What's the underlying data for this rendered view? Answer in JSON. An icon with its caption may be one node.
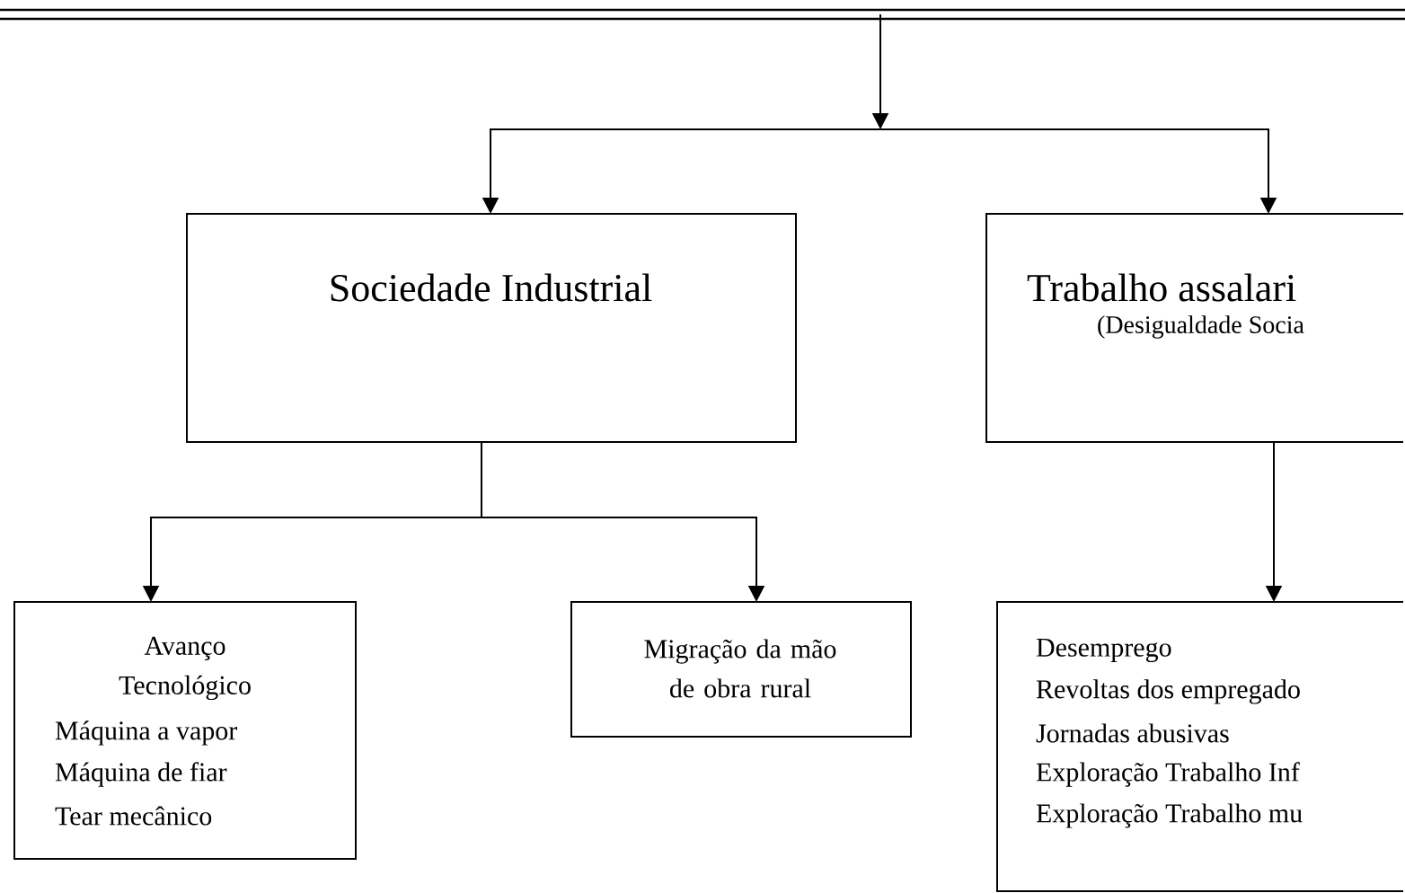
{
  "diagram": {
    "nodes": [
      {
        "text": [
          "Sociedade Industrial"
        ]
      },
      {
        "text": [
          "Trabalho assalari",
          "(Desigualdade Socia"
        ]
      },
      {
        "text": [
          "Avanço Tecnológico",
          "Máquina a vapor",
          "Máquina de fiar",
          "Tear mecânico"
        ]
      },
      {
        "text": [
          "Migração da mão de obra rural"
        ]
      },
      {
        "text": [
          "Desemprego",
          "Revoltas dos empregado",
          "Jornadas abusivas",
          "Exploração Trabalho Inf",
          "Exploração Trabalho mu"
        ]
      }
    ],
    "edges": [
      {
        "from": null,
        "to": 0,
        "arrow": "to"
      },
      {
        "from": null,
        "to": 1,
        "arrow": "to"
      },
      {
        "from": 0,
        "to": 2,
        "arrow": "to"
      },
      {
        "from": 0,
        "to": 3,
        "arrow": "to"
      },
      {
        "from": 1,
        "to": 4,
        "arrow": "to"
      }
    ]
  }
}
